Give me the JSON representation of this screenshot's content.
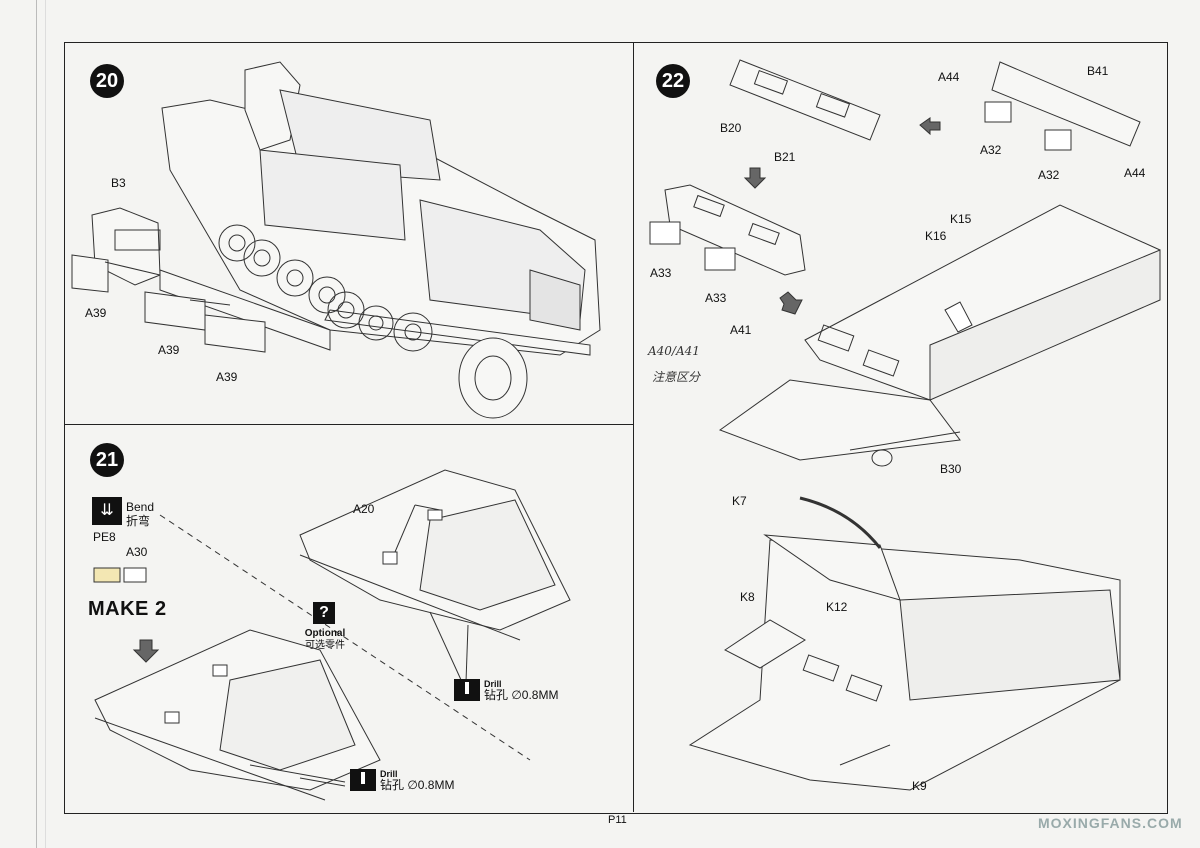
{
  "page_number": "P11",
  "watermark": "MOXINGFANS.COM",
  "steps": [
    {
      "number": "20"
    },
    {
      "number": "21"
    },
    {
      "number": "22"
    }
  ],
  "step20": {
    "labels": [
      "B3",
      "A39",
      "A39",
      "A39"
    ]
  },
  "step21": {
    "bend_label": "Bend",
    "bend_label_cn": "折弯",
    "part_pe": "PE8",
    "part_a30": "A30",
    "make": "MAKE 2",
    "a20": "A20",
    "optional_symbol": "?",
    "optional_label": "Optional",
    "optional_label_cn": "可选零件",
    "drill_label": "Drill",
    "drill_spec": "钻孔 ∅0.8MM"
  },
  "step22": {
    "labels": [
      "A44",
      "B41",
      "B20",
      "B21",
      "A32",
      "A32",
      "A44",
      "K15",
      "K16",
      "A33",
      "A33",
      "A41",
      "B30",
      "K7",
      "K8",
      "K12",
      "K9"
    ],
    "handwriting": [
      "A40/A41",
      "注意区分"
    ]
  },
  "icons": [
    "arrow-icon",
    "bend-icon",
    "drill-icon",
    "optional-icon"
  ]
}
